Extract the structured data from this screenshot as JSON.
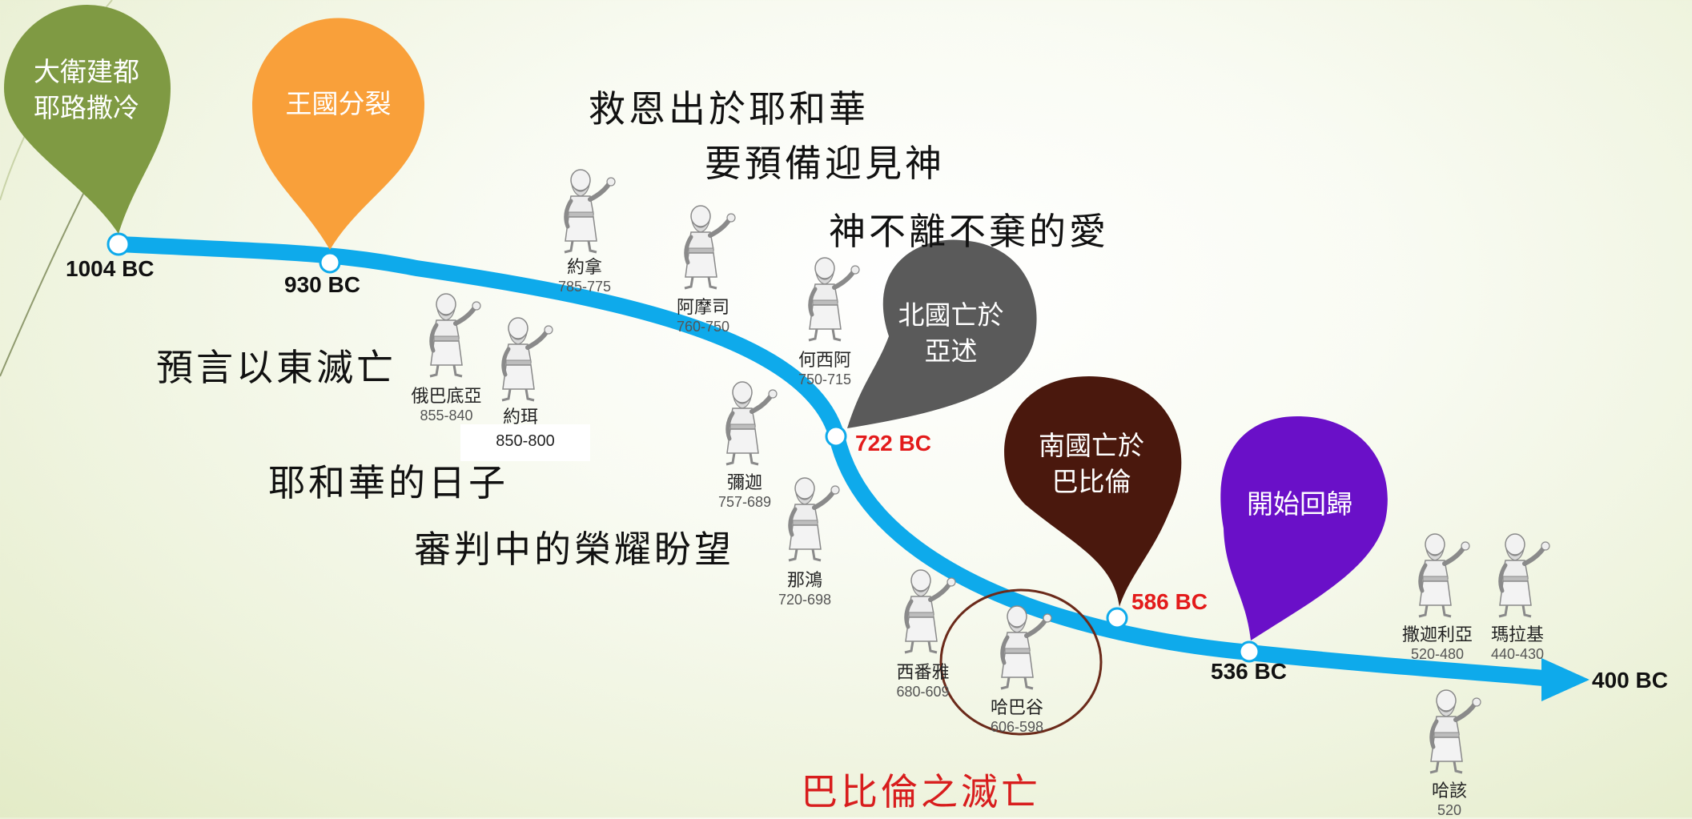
{
  "colors": {
    "timeline": "#0eaaeb",
    "pin_olive": "#7f9a43",
    "pin_orange": "#f9a03a",
    "pin_gray": "#5a5a5a",
    "pin_brown": "#4a180d",
    "pin_purple": "#6a10c8",
    "accent_red": "#e31b1b",
    "circle_brown": "#6b2a1a"
  },
  "pins": [
    {
      "name": "pin-david-jerusalem",
      "lines": [
        "大衛建都",
        "耶路撒冷"
      ],
      "color": "#7f9a43"
    },
    {
      "name": "pin-kingdom-split",
      "lines": [
        "王國分裂"
      ],
      "color": "#f9a03a"
    },
    {
      "name": "pin-north-assyria",
      "lines": [
        "北國亡於",
        "亞述"
      ],
      "color": "#5a5a5a"
    },
    {
      "name": "pin-south-babylon",
      "lines": [
        "南國亡於",
        "巴比倫"
      ],
      "color": "#4a180d"
    },
    {
      "name": "pin-return",
      "lines": [
        "開始回歸"
      ],
      "color": "#6a10c8"
    }
  ],
  "dates": {
    "d1004": "1004 BC",
    "d930": "930 BC",
    "d722": "722 BC",
    "d586": "586 BC",
    "d536": "536 BC",
    "d400": "400 BC"
  },
  "themes": {
    "t1": "救恩出於耶和華",
    "t2": "要預備迎見神",
    "t3": "神不離不棄的愛",
    "t4": "預言以東滅亡",
    "t5": "耶和華的日子",
    "t6": "審判中的榮耀盼望",
    "t7": "巴比倫之滅亡"
  },
  "prophets": [
    {
      "name": "約拿",
      "years": "785-775"
    },
    {
      "name": "阿摩司",
      "years": "760-750"
    },
    {
      "name": "何西阿",
      "years": "750-715"
    },
    {
      "name": "俄巴底亞",
      "years": "855-840"
    },
    {
      "name": "約珥",
      "years": "850-800"
    },
    {
      "name": "彌迦",
      "years": "757-689"
    },
    {
      "name": "那鴻",
      "years": "720-698"
    },
    {
      "name": "西番雅",
      "years": "680-609"
    },
    {
      "name": "哈巴谷",
      "years": "606-598"
    },
    {
      "name": "撒迦利亞",
      "years": "520-480"
    },
    {
      "name": "瑪拉基",
      "years": "440-430"
    },
    {
      "name": "哈該",
      "years": "520"
    }
  ]
}
